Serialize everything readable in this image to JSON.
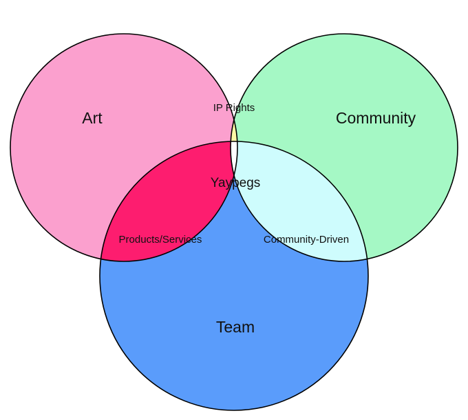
{
  "diagram": {
    "sets": {
      "art": {
        "label": "Art",
        "color": "#fba0ce"
      },
      "community": {
        "label": "Community",
        "color": "#a5f8c5"
      },
      "team": {
        "label": "Team",
        "color": "#5a9cfb"
      }
    },
    "intersections": {
      "art_community": {
        "label": "IP Rights",
        "color": "#fdf8a6"
      },
      "art_team": {
        "label": "Products/Services",
        "color": "#fd1d6f"
      },
      "community_team": {
        "label": "Community-Driven",
        "color": "#cefcfd"
      },
      "all": {
        "label": "Yaypegs",
        "color": "#ffffff"
      }
    },
    "outline_color": "#000000"
  }
}
